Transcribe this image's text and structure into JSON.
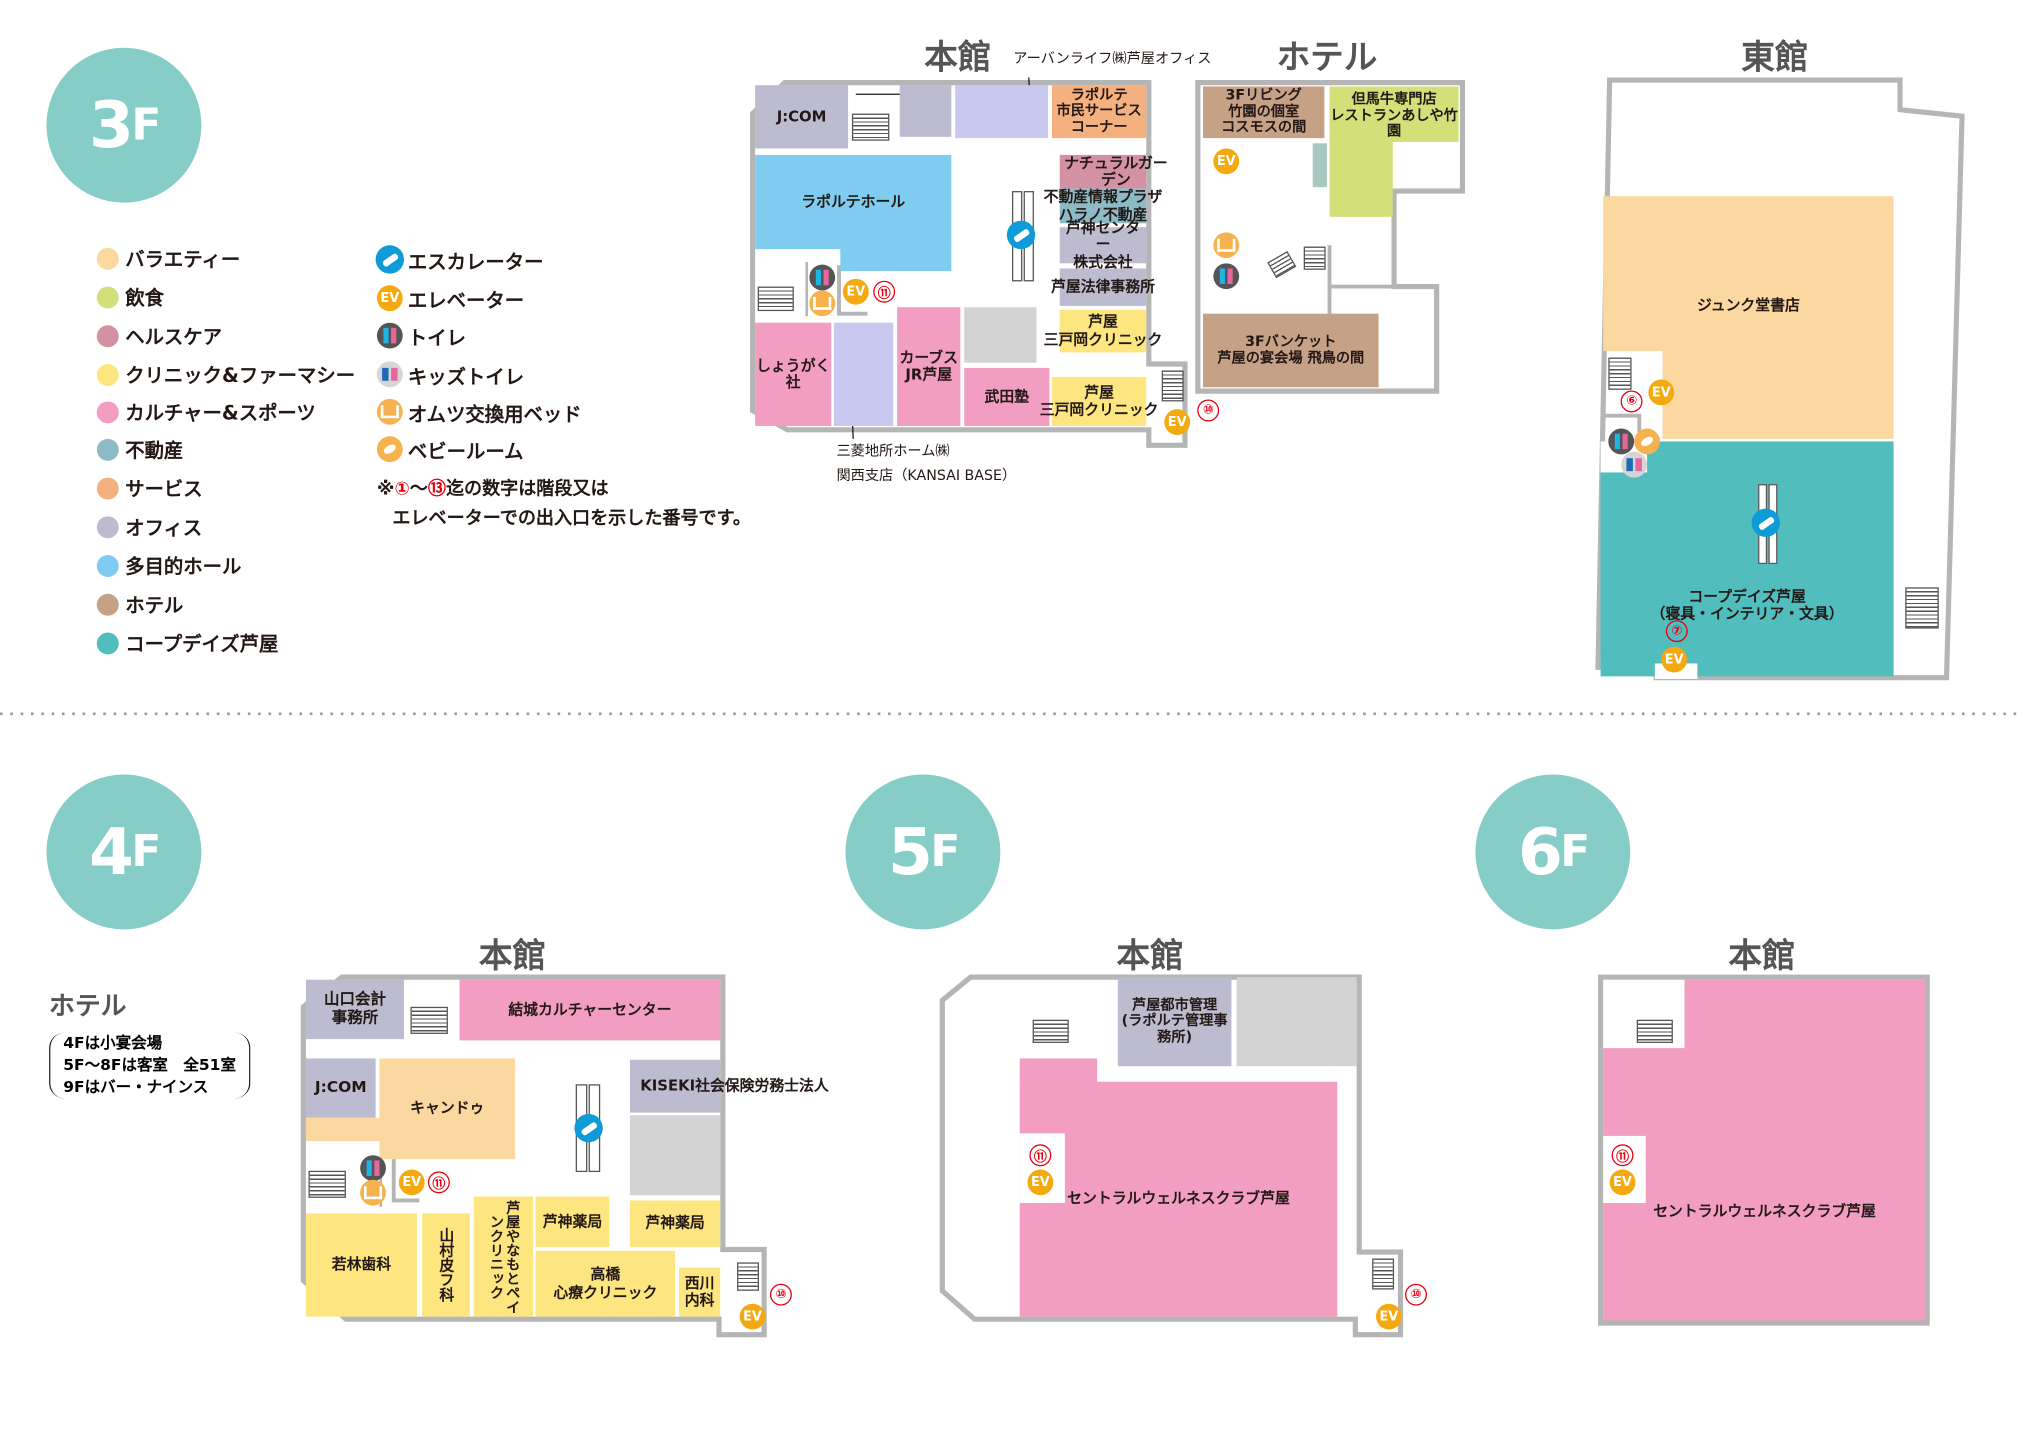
{
  "floors": {
    "f3": "3",
    "f4": "4",
    "f5": "5",
    "f6": "6",
    "suffix": "F"
  },
  "legend": {
    "categories": [
      {
        "label": "バラエティー",
        "color": "#fad8a0"
      },
      {
        "label": "飲食",
        "color": "#d3e07a"
      },
      {
        "label": "ヘルスケア",
        "color": "#d391a3"
      },
      {
        "label": "クリニック&ファーマシー",
        "color": "#fde680"
      },
      {
        "label": "カルチャー&スポーツ",
        "color": "#f19ec2"
      },
      {
        "label": "不動産",
        "color": "#8cbac6"
      },
      {
        "label": "サービス",
        "color": "#f4b17f"
      },
      {
        "label": "オフィス",
        "color": "#bcbbd0"
      },
      {
        "label": "多目的ホール",
        "color": "#7fccf0"
      },
      {
        "label": "ホテル",
        "color": "#c5a186"
      },
      {
        "label": "コープデイズ芦屋",
        "color": "#52bdbd"
      }
    ],
    "icons": {
      "escalator": "エスカレーター",
      "elevator": "エレベーター",
      "toilet": "トイレ",
      "kids_toilet": "キッズトイレ",
      "diaper": "オムツ交換用ベッド",
      "baby_room": "ベビールーム"
    },
    "note_line1_prefix": "※",
    "note_from": "①",
    "note_tilde": "～",
    "note_to": "⑬",
    "note_line1_suffix": "迄の数字は階段又は",
    "note_line2": "エレベーターでの出入口を示した番号です。"
  },
  "f3": {
    "main_title": "本館",
    "hotel_title": "ホテル",
    "east_title": "東館",
    "main": {
      "jcom": "J:COM",
      "urbanlife": "アーバンライフ㈱芦屋オフィス",
      "service": "ラポルテ\n市民サービス\nコーナー",
      "hall": "ラポルテホール",
      "natural": "ナチュラルガーデン",
      "estate": "不動産情報プラザ\nハラノ不動産",
      "ashin": "芦神センター\n株式会社",
      "law": "芦屋法律事務所",
      "clinic1": "芦屋\n三戸岡クリニック",
      "clinic2": "芦屋\n三戸岡クリニック",
      "shogaku": "しょうがく\n社",
      "curves": "カーブス\nJR芦屋",
      "takeda": "武田塾",
      "mitsubishi1": "三菱地所ホーム㈱",
      "mitsubishi2": "関西支店（KANSAI BASE）",
      "num11": "⑪",
      "num10": "⑩"
    },
    "hotel": {
      "living": "3Fリビング\n竹園の個室\nコスモスの間",
      "tajima": "但馬牛専門店\nレストランあしや竹園",
      "banquet": "3Fバンケット\n芦屋の宴会場 飛鳥の間"
    },
    "east": {
      "junku": "ジュンク堂書店",
      "coop": "コープデイズ芦屋\n（寝具・インテリア・文具）",
      "num6": "⑥",
      "num7": "⑦"
    }
  },
  "f4": {
    "hotel_heading": "ホテル",
    "hotel_note": [
      "4Fは小宴会場",
      "5F～8Fは客室　全51室",
      "9Fはバー・ナインス"
    ],
    "main_title": "本館",
    "yamaguchi": "山口会計\n事務所",
    "yuki": "結城カルチャーセンター",
    "jcom": "J:COM",
    "cando": "キャンドゥ",
    "kiseki": "KISEKI社会保険労務士法人",
    "wakabayashi": "若林歯科",
    "yamamura": "山村皮フ科",
    "yanamoto": "芦屋やなもとペインクリニック",
    "pharmacy1": "芦神薬局",
    "pharmacy2": "芦神薬局",
    "takahashi": "高橋\n心療クリニック",
    "nishikawa": "西川\n内科",
    "num11": "⑪",
    "num10": "⑩"
  },
  "f5": {
    "main_title": "本館",
    "toshi": "芦屋都市管理\n(ラポルテ管理事務所)",
    "wellness": "セントラルウェルネスクラブ芦屋",
    "num11": "⑪",
    "num10": "⑩"
  },
  "f6": {
    "main_title": "本館",
    "wellness": "セントラルウェルネスクラブ芦屋",
    "num11": "⑪"
  }
}
